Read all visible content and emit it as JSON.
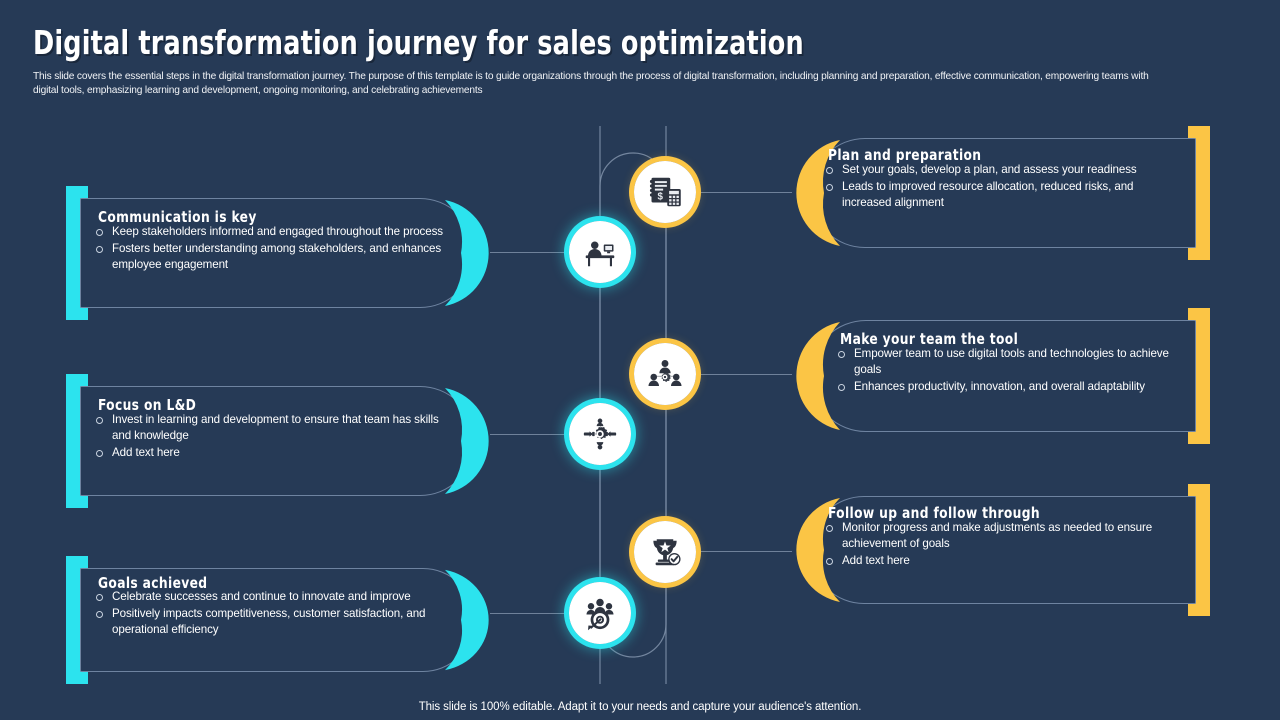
{
  "header": {
    "title": "Digital transformation journey for sales optimization",
    "subtitle": "This slide covers the essential steps in the digital transformation journey. The purpose of this template is to guide organizations through the process of digital transformation, including planning and preparation, effective communication, empowering teams with digital tools, emphasizing learning and development, ongoing monitoring, and celebrating achievements"
  },
  "colors": {
    "background": "#263A56",
    "accent_cyan": "#2CE3EE",
    "accent_yellow": "#FBC545",
    "card_border": "#6E83A0",
    "text": "#FFFFFF"
  },
  "left_cards": [
    {
      "title": "Communication is key",
      "bullets": [
        "Keep stakeholders informed and engaged throughout the process",
        "Fosters better understanding among stakeholders, and enhances employee engagement"
      ],
      "icon": "desk-workstation-icon"
    },
    {
      "title": "Focus on L&D",
      "bullets": [
        "Invest in learning and development to ensure that team has skills and knowledge",
        "Add text here"
      ],
      "icon": "network-gear-icon"
    },
    {
      "title": "Goals achieved",
      "bullets": [
        "Celebrate successes and continue to innovate and improve",
        "Positively impacts competitiveness, customer satisfaction, and operational efficiency"
      ],
      "icon": "team-target-icon"
    }
  ],
  "right_cards": [
    {
      "title": "Plan and preparation",
      "bullets": [
        "Set your goals, develop a plan, and assess your readiness",
        "Leads to improved resource allocation, reduced risks, and increased alignment"
      ],
      "icon": "clipboard-calculator-icon"
    },
    {
      "title": "Make your team the tool",
      "bullets": [
        "Empower team to use digital tools and technologies to achieve goals",
        "Enhances productivity, innovation, and overall adaptability"
      ],
      "icon": "team-gear-icon"
    },
    {
      "title": "Follow up and follow through",
      "bullets": [
        "Monitor progress and make adjustments as needed to ensure achievement of goals",
        "Add text here"
      ],
      "icon": "trophy-check-icon"
    }
  ],
  "footer": {
    "note": "This slide is 100% editable. Adapt it to your needs and capture your audience's attention."
  }
}
